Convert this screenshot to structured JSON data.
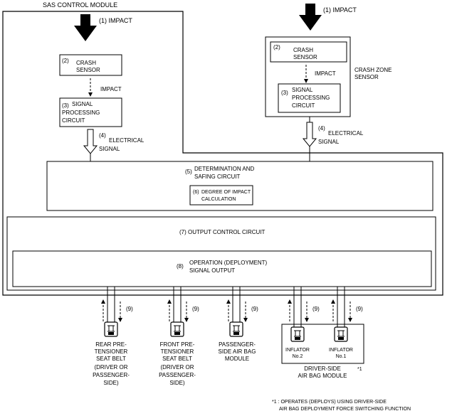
{
  "module_title": "SAS CONTROL MODULE",
  "impact_label_1": "(1) IMPACT",
  "impact_label_2": "(1) IMPACT",
  "crash_sensor_1": [
    "(2)",
    "CRASH",
    "SENSOR"
  ],
  "crash_sensor_2": [
    "(2)",
    "CRASH",
    "SENSOR"
  ],
  "impact_small_1": "IMPACT",
  "impact_small_2": "IMPACT",
  "signal_processing_1": [
    "(3)",
    "SIGNAL",
    "PROCESSING",
    "CIRCUIT"
  ],
  "signal_processing_2": [
    "(3)",
    "SIGNAL",
    "PROCESSING",
    "CIRCUIT"
  ],
  "crash_zone_sensor": [
    "CRASH ZONE",
    "SENSOR"
  ],
  "electrical_signal_1": [
    "(4)",
    "ELECTRICAL",
    "SIGNAL"
  ],
  "electrical_signal_2": [
    "(4)",
    "ELECTRICAL",
    "SIGNAL"
  ],
  "determination": [
    "(5)",
    "DETERMINATION AND",
    "SAFING CIRCUIT"
  ],
  "degree_of_impact": [
    "(6)",
    "DEGREE OF IMPACT",
    "CALCULATION"
  ],
  "output_control": "(7)  OUTPUT CONTROL CIRCUIT",
  "operation_output": [
    "(8)",
    "OPERATION (DEPLOYMENT)",
    "SIGNAL OUTPUT"
  ],
  "signal_9": "(9)",
  "rear_pretensioner": [
    "REAR PRE-",
    "TENSIONER",
    "SEAT BELT",
    "(DRIVER OR",
    "PASSENGER-",
    "SIDE)"
  ],
  "front_pretensioner": [
    "FRONT PRE-",
    "TENSIONER",
    "SEAT BELT",
    "(DRIVER OR",
    "PASSENGER-",
    "SIDE)"
  ],
  "passenger_airbag": [
    "PASSENGER-",
    "SIDE AIR BAG",
    "MODULE"
  ],
  "inflator_no2": [
    "INFLATOR",
    "No.2"
  ],
  "inflator_no1": [
    "INFLATOR",
    "No.1"
  ],
  "driver_airbag": [
    "DRIVER-SIDE",
    "AIR BAG MODULE"
  ],
  "footnote_marker": "*1",
  "footnote": [
    "*1 : OPERATES (DEPLOYS) USING DRIVER-SIDE",
    "AIR BAG DEPLOYMENT FORCE SWITCHING FUNCTION"
  ]
}
